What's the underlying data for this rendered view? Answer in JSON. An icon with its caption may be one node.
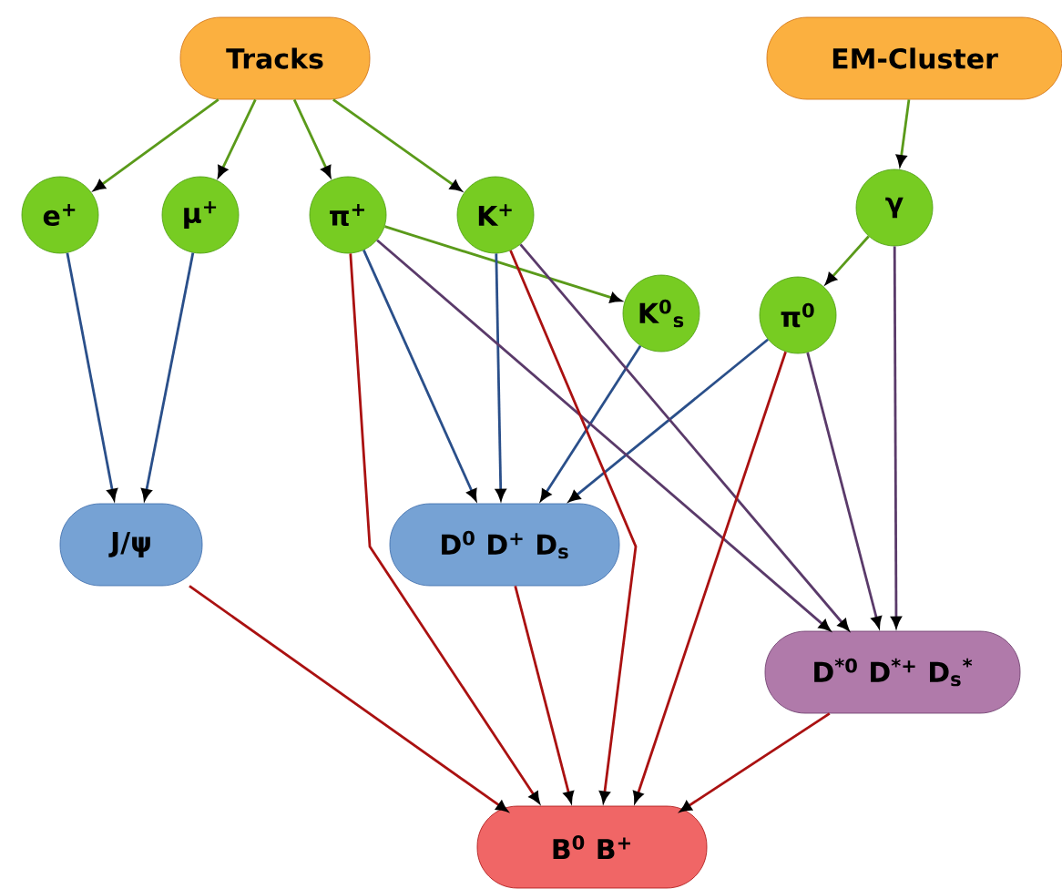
{
  "diagram": {
    "nodes": [
      {
        "text": [
          "Tracks"
        ]
      },
      {
        "text": [
          "EM-Cluster"
        ]
      },
      {
        "text": [
          "e$^{+}$"
        ]
      },
      {
        "text": [
          "μ$^{+}$"
        ]
      },
      {
        "text": [
          "π$^{+}$"
        ]
      },
      {
        "text": [
          "K$^{+}$"
        ]
      },
      {
        "text": [
          "γ"
        ]
      },
      {
        "text": [
          "K$^{0}$$_{s}$"
        ]
      },
      {
        "text": [
          "π$^{0}$"
        ]
      },
      {
        "text": [
          "J/ψ"
        ]
      },
      {
        "text": [
          "D$^{0}$ D$^{+}$ D$_{s}$"
        ]
      },
      {
        "text": [
          "D$^{*0}$ D$^{*+}$ D$_{s}$$^{*}$"
        ]
      },
      {
        "text": [
          "B$^{0}$ B$^{+}$"
        ]
      }
    ],
    "edges": [
      {
        "from": 0,
        "to": 2,
        "arrow": "to",
        "color": "#5a9a1a"
      },
      {
        "from": 0,
        "to": 3,
        "arrow": "to",
        "color": "#5a9a1a"
      },
      {
        "from": 0,
        "to": 4,
        "arrow": "to",
        "color": "#5a9a1a"
      },
      {
        "from": 0,
        "to": 5,
        "arrow": "to",
        "color": "#5a9a1a"
      },
      {
        "from": 1,
        "to": 6,
        "arrow": "to",
        "color": "#5a9a1a"
      },
      {
        "from": 4,
        "to": 7,
        "arrow": "to",
        "color": "#5a9a1a"
      },
      {
        "from": 6,
        "to": 8,
        "arrow": "to",
        "color": "#5a9a1a"
      },
      {
        "from": 2,
        "to": 9,
        "arrow": "to",
        "color": "#2a4f8a"
      },
      {
        "from": 3,
        "to": 9,
        "arrow": "to",
        "color": "#2a4f8a"
      },
      {
        "from": 4,
        "to": 10,
        "arrow": "to",
        "color": "#2a4f8a"
      },
      {
        "from": 5,
        "to": 10,
        "arrow": "to",
        "color": "#2a4f8a"
      },
      {
        "from": 7,
        "to": 10,
        "arrow": "to",
        "color": "#2a4f8a"
      },
      {
        "from": 8,
        "to": 10,
        "arrow": "to",
        "color": "#2a4f8a"
      },
      {
        "from": 4,
        "to": 11,
        "arrow": "to",
        "color": "#5a3a6a"
      },
      {
        "from": 5,
        "to": 11,
        "arrow": "to",
        "color": "#5a3a6a"
      },
      {
        "from": 8,
        "to": 11,
        "arrow": "to",
        "color": "#5a3a6a"
      },
      {
        "from": 6,
        "to": 11,
        "arrow": "to",
        "color": "#5a3a6a"
      },
      {
        "from": 9,
        "to": 12,
        "arrow": "to",
        "color": "#aa1111"
      },
      {
        "from": 4,
        "to": 12,
        "arrow": "to",
        "color": "#aa1111"
      },
      {
        "from": 5,
        "to": 12,
        "arrow": "to",
        "color": "#aa1111"
      },
      {
        "from": 10,
        "to": 12,
        "arrow": "to",
        "color": "#aa1111"
      },
      {
        "from": 8,
        "to": 12,
        "arrow": "to",
        "color": "#aa1111"
      },
      {
        "from": 11,
        "to": 12,
        "arrow": "to",
        "color": "#aa1111"
      }
    ]
  }
}
